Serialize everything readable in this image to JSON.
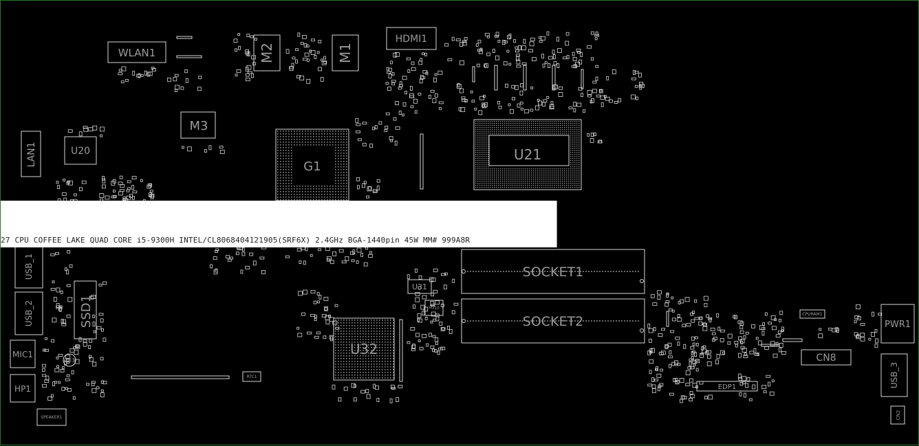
{
  "tooltip": {
    "text": "27 CPU COFFEE LAKE QUAD CORE i5-9300H INTEL/CL8068404121905(SRF6X) 2.4GHz BGA-1440pin 45W MM# 999A8R"
  },
  "labels": {
    "wlan1": "WLAN1",
    "m2": "M2",
    "m1": "M1",
    "hdmi1": "HDMI1",
    "m3": "M3",
    "lan1": "LAN1",
    "u20": "U20",
    "g1": "G1",
    "u21": "U21",
    "usb1": "USB_1",
    "usb2": "USB_2",
    "ssd1": "SSD1",
    "mic1": "MIC1",
    "u33": "U33",
    "hp1": "HP1",
    "speaker1": "SPEAKER1",
    "rtc1": "RTC1",
    "u31": "U31",
    "u32": "U32",
    "pu10": "PU10",
    "socket1": "SOCKET1",
    "socket2": "SOCKET2",
    "pwr1": "PWR1",
    "cn8": "CN8",
    "usb3": "USB_3",
    "edp1": "EDP1",
    "cn2": "CN2",
    "cpuram": "CPURAM1"
  },
  "colors": {
    "background": "#000000",
    "silkscreen": "#d8d8d8",
    "label": "#9a9a9a",
    "border": "#2a7a2a"
  }
}
